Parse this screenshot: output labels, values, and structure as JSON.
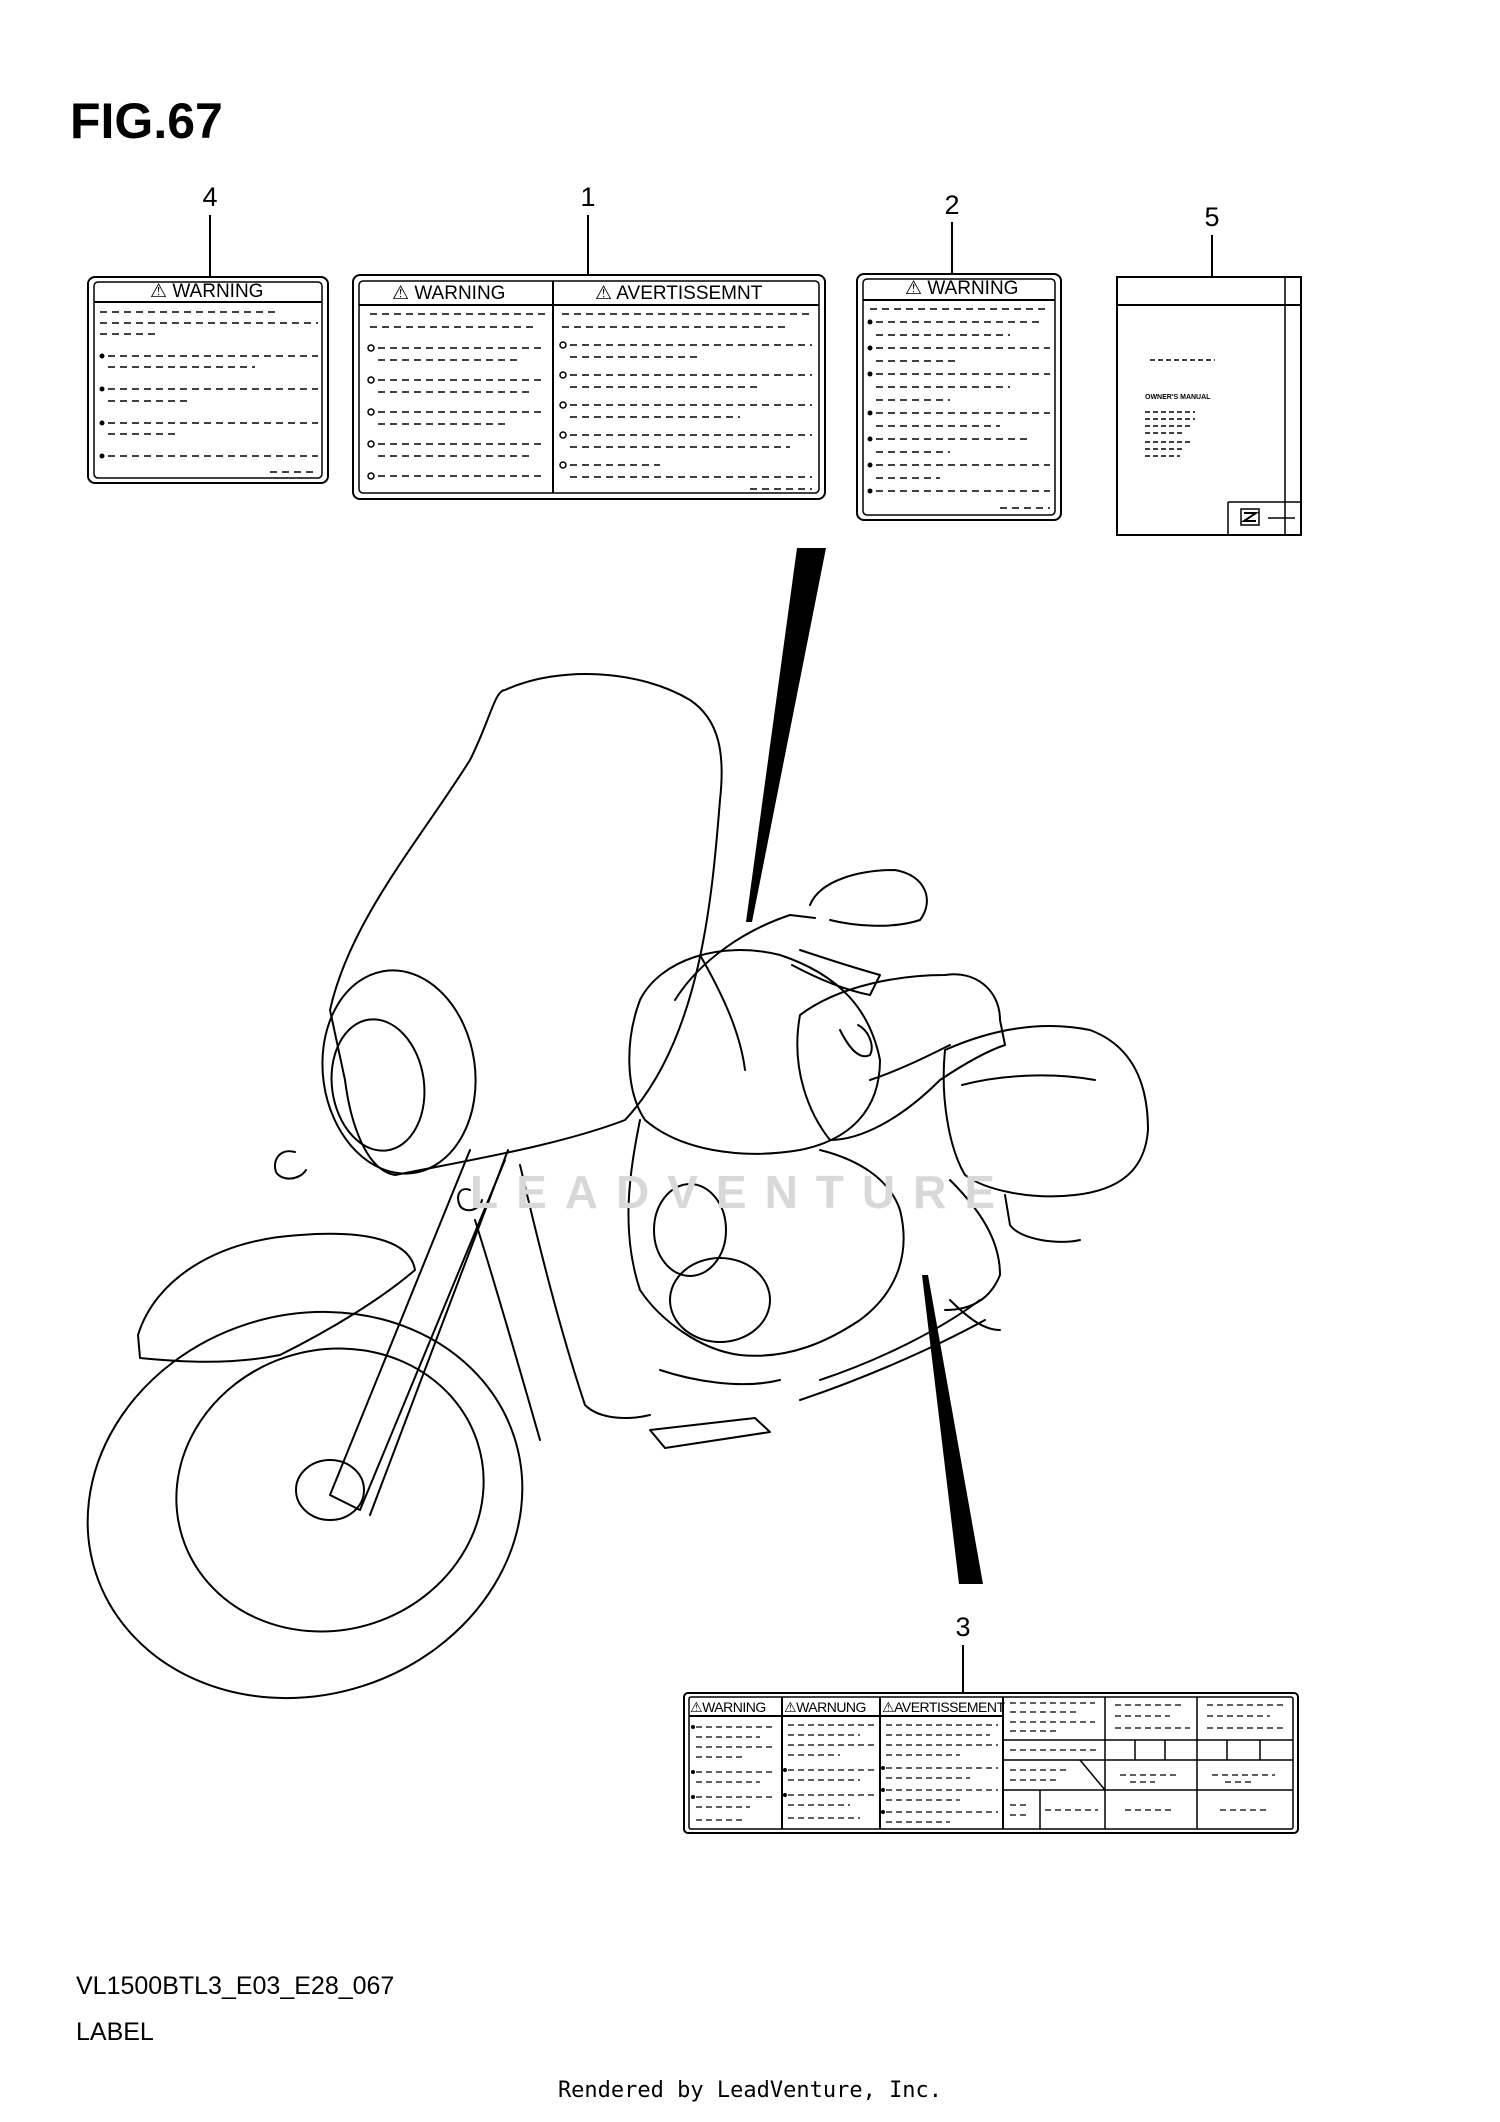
{
  "figure": {
    "title": "FIG.67",
    "model_code": "VL1500BTL3_E03_E28_067",
    "caption": "LABEL",
    "footer": "Rendered by LeadVenture, Inc.",
    "watermark": "LEADVENTURE"
  },
  "callouts": [
    "4",
    "1",
    "2",
    "5",
    "3"
  ],
  "labels": {
    "label_4": {
      "heading": "WARNING"
    },
    "label_1": {
      "heading_left": "WARNING",
      "heading_right": "AVERTISSEMNT"
    },
    "label_2": {
      "heading": "WARNING"
    },
    "label_5": {
      "text": "OWNER'S MANUAL"
    },
    "label_3": {
      "heading_1": "WARNING",
      "heading_2": "WARNUNG",
      "heading_3": "AVERTISSEMENT"
    }
  },
  "colors": {
    "line": "#000000",
    "background": "#ffffff",
    "watermark": "#d8d8d8"
  }
}
